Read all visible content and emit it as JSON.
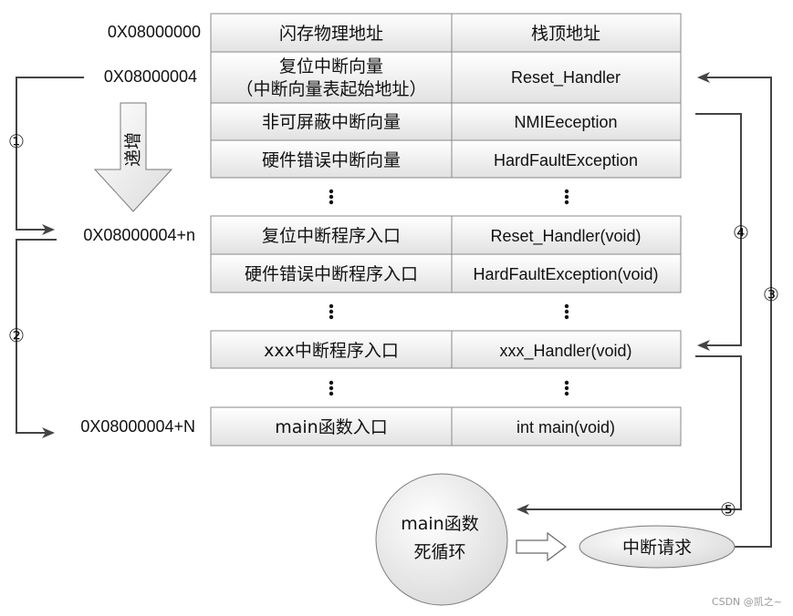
{
  "addresses": [
    "0X08000000",
    "0X08000004",
    "0X08000004+n",
    "0X08000004+N"
  ],
  "table_rows": [
    {
      "left": [
        "闪存物理地址"
      ],
      "right": "栈顶地址"
    },
    {
      "left": [
        "复位中断向量",
        "（中断向量表起始地址）"
      ],
      "right": "Reset_Handler"
    },
    {
      "left": [
        "非可屏蔽中断向量"
      ],
      "right": "NMIEeception"
    },
    {
      "left": [
        "硬件错误中断向量"
      ],
      "right": "HardFaultException"
    },
    {
      "left": [
        "复位中断程序入口"
      ],
      "right": "Reset_Handler(void)"
    },
    {
      "left": [
        "硬件错误中断程序入口"
      ],
      "right": "HardFaultException(void)"
    },
    {
      "left": [
        "xxx中断程序入口"
      ],
      "right": "xxx_Handler(void)"
    },
    {
      "left": [
        "main函数入口"
      ],
      "right": "int main(void)"
    }
  ],
  "increment_label": "递增",
  "markers": [
    "①",
    "②",
    "③",
    "④",
    "⑤"
  ],
  "main_loop": [
    "main函数",
    "死循环"
  ],
  "interrupt_request": "中断请求",
  "credit": "CSDN @凯之~",
  "colors": {
    "cell_top": "#ffffff",
    "cell_bottom": "#e3e3e3",
    "line": "#444444"
  }
}
